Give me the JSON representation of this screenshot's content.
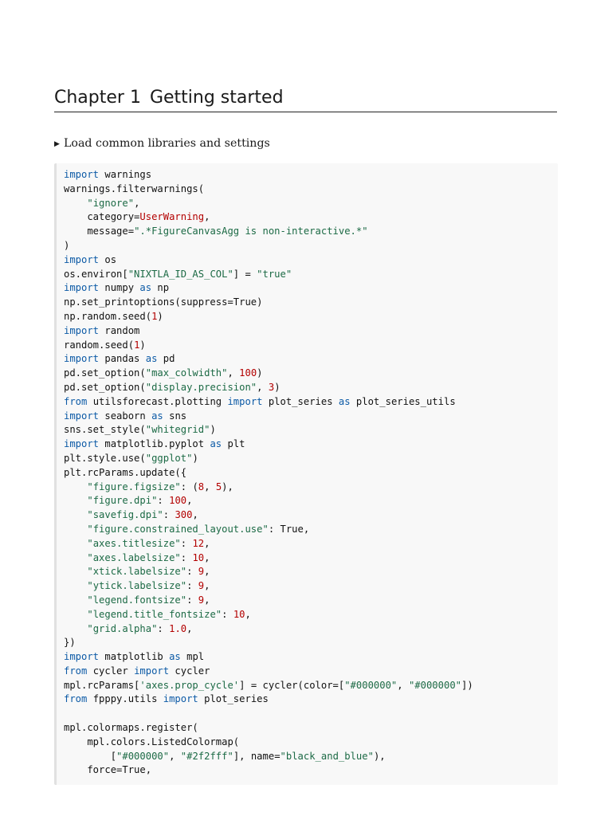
{
  "chapter": {
    "label": "Chapter 1",
    "title": "Getting started"
  },
  "details": {
    "summary": "Load common libraries and settings"
  },
  "token_colors": {
    "keyword": "#0c5aa6",
    "string": "#1c6a45",
    "number": "#b30000",
    "default": "#111111"
  },
  "code_lines": [
    [
      [
        "k",
        "import"
      ],
      [
        "p",
        " warnings"
      ]
    ],
    [
      [
        "p",
        "warnings.filterwarnings("
      ]
    ],
    [
      [
        "p",
        "    "
      ],
      [
        "s",
        "\"ignore\""
      ],
      [
        "p",
        ","
      ]
    ],
    [
      [
        "p",
        "    category="
      ],
      [
        "c",
        "UserWarning"
      ],
      [
        "p",
        ","
      ]
    ],
    [
      [
        "p",
        "    message="
      ],
      [
        "s",
        "\".*FigureCanvasAgg is non-interactive.*\""
      ]
    ],
    [
      [
        "p",
        ")"
      ]
    ],
    [
      [
        "k",
        "import"
      ],
      [
        "p",
        " os"
      ]
    ],
    [
      [
        "p",
        "os.environ["
      ],
      [
        "s",
        "\"NIXTLA_ID_AS_COL\""
      ],
      [
        "p",
        "] = "
      ],
      [
        "s",
        "\"true\""
      ]
    ],
    [
      [
        "k",
        "import"
      ],
      [
        "p",
        " numpy "
      ],
      [
        "k",
        "as"
      ],
      [
        "p",
        " np"
      ]
    ],
    [
      [
        "p",
        "np.set_printoptions(suppress=True)"
      ]
    ],
    [
      [
        "p",
        "np.random.seed("
      ],
      [
        "n",
        "1"
      ],
      [
        "p",
        ")"
      ]
    ],
    [
      [
        "k",
        "import"
      ],
      [
        "p",
        " random"
      ]
    ],
    [
      [
        "p",
        "random.seed("
      ],
      [
        "n",
        "1"
      ],
      [
        "p",
        ")"
      ]
    ],
    [
      [
        "k",
        "import"
      ],
      [
        "p",
        " pandas "
      ],
      [
        "k",
        "as"
      ],
      [
        "p",
        " pd"
      ]
    ],
    [
      [
        "p",
        "pd.set_option("
      ],
      [
        "s",
        "\"max_colwidth\""
      ],
      [
        "p",
        ", "
      ],
      [
        "n",
        "100"
      ],
      [
        "p",
        ")"
      ]
    ],
    [
      [
        "p",
        "pd.set_option("
      ],
      [
        "s",
        "\"display.precision\""
      ],
      [
        "p",
        ", "
      ],
      [
        "n",
        "3"
      ],
      [
        "p",
        ")"
      ]
    ],
    [
      [
        "k",
        "from"
      ],
      [
        "p",
        " utilsforecast.plotting "
      ],
      [
        "k",
        "import"
      ],
      [
        "p",
        " plot_series "
      ],
      [
        "k",
        "as"
      ],
      [
        "p",
        " plot_series_utils"
      ]
    ],
    [
      [
        "k",
        "import"
      ],
      [
        "p",
        " seaborn "
      ],
      [
        "k",
        "as"
      ],
      [
        "p",
        " sns"
      ]
    ],
    [
      [
        "p",
        "sns.set_style("
      ],
      [
        "s",
        "\"whitegrid\""
      ],
      [
        "p",
        ")"
      ]
    ],
    [
      [
        "k",
        "import"
      ],
      [
        "p",
        " matplotlib.pyplot "
      ],
      [
        "k",
        "as"
      ],
      [
        "p",
        " plt"
      ]
    ],
    [
      [
        "p",
        "plt.style.use("
      ],
      [
        "s",
        "\"ggplot\""
      ],
      [
        "p",
        ")"
      ]
    ],
    [
      [
        "p",
        "plt.rcParams.update({"
      ]
    ],
    [
      [
        "p",
        "    "
      ],
      [
        "s",
        "\"figure.figsize\""
      ],
      [
        "p",
        ": ("
      ],
      [
        "n",
        "8"
      ],
      [
        "p",
        ", "
      ],
      [
        "n",
        "5"
      ],
      [
        "p",
        "),"
      ]
    ],
    [
      [
        "p",
        "    "
      ],
      [
        "s",
        "\"figure.dpi\""
      ],
      [
        "p",
        ": "
      ],
      [
        "n",
        "100"
      ],
      [
        "p",
        ","
      ]
    ],
    [
      [
        "p",
        "    "
      ],
      [
        "s",
        "\"savefig.dpi\""
      ],
      [
        "p",
        ": "
      ],
      [
        "n",
        "300"
      ],
      [
        "p",
        ","
      ]
    ],
    [
      [
        "p",
        "    "
      ],
      [
        "s",
        "\"figure.constrained_layout.use\""
      ],
      [
        "p",
        ": True,"
      ]
    ],
    [
      [
        "p",
        "    "
      ],
      [
        "s",
        "\"axes.titlesize\""
      ],
      [
        "p",
        ": "
      ],
      [
        "n",
        "12"
      ],
      [
        "p",
        ","
      ]
    ],
    [
      [
        "p",
        "    "
      ],
      [
        "s",
        "\"axes.labelsize\""
      ],
      [
        "p",
        ": "
      ],
      [
        "n",
        "10"
      ],
      [
        "p",
        ","
      ]
    ],
    [
      [
        "p",
        "    "
      ],
      [
        "s",
        "\"xtick.labelsize\""
      ],
      [
        "p",
        ": "
      ],
      [
        "n",
        "9"
      ],
      [
        "p",
        ","
      ]
    ],
    [
      [
        "p",
        "    "
      ],
      [
        "s",
        "\"ytick.labelsize\""
      ],
      [
        "p",
        ": "
      ],
      [
        "n",
        "9"
      ],
      [
        "p",
        ","
      ]
    ],
    [
      [
        "p",
        "    "
      ],
      [
        "s",
        "\"legend.fontsize\""
      ],
      [
        "p",
        ": "
      ],
      [
        "n",
        "9"
      ],
      [
        "p",
        ","
      ]
    ],
    [
      [
        "p",
        "    "
      ],
      [
        "s",
        "\"legend.title_fontsize\""
      ],
      [
        "p",
        ": "
      ],
      [
        "n",
        "10"
      ],
      [
        "p",
        ","
      ]
    ],
    [
      [
        "p",
        "    "
      ],
      [
        "s",
        "\"grid.alpha\""
      ],
      [
        "p",
        ": "
      ],
      [
        "n",
        "1.0"
      ],
      [
        "p",
        ","
      ]
    ],
    [
      [
        "p",
        "})"
      ]
    ],
    [
      [
        "k",
        "import"
      ],
      [
        "p",
        " matplotlib "
      ],
      [
        "k",
        "as"
      ],
      [
        "p",
        " mpl"
      ]
    ],
    [
      [
        "k",
        "from"
      ],
      [
        "p",
        " cycler "
      ],
      [
        "k",
        "import"
      ],
      [
        "p",
        " cycler"
      ]
    ],
    [
      [
        "p",
        "mpl.rcParams["
      ],
      [
        "s",
        "'axes.prop_cycle'"
      ],
      [
        "p",
        "] = cycler(color=["
      ],
      [
        "s",
        "\"#000000\""
      ],
      [
        "p",
        ", "
      ],
      [
        "s",
        "\"#000000\""
      ],
      [
        "p",
        "])"
      ]
    ],
    [
      [
        "k",
        "from"
      ],
      [
        "p",
        " fpppy.utils "
      ],
      [
        "k",
        "import"
      ],
      [
        "p",
        " plot_series"
      ]
    ],
    [
      [
        "p",
        ""
      ]
    ],
    [
      [
        "p",
        "mpl.colormaps.register("
      ]
    ],
    [
      [
        "p",
        "    mpl.colors.ListedColormap("
      ]
    ],
    [
      [
        "p",
        "        ["
      ],
      [
        "s",
        "\"#000000\""
      ],
      [
        "p",
        ", "
      ],
      [
        "s",
        "\"#2f2fff\""
      ],
      [
        "p",
        "], name="
      ],
      [
        "s",
        "\"black_and_blue\""
      ],
      [
        "p",
        "),"
      ]
    ],
    [
      [
        "p",
        "    force=True,"
      ]
    ]
  ]
}
